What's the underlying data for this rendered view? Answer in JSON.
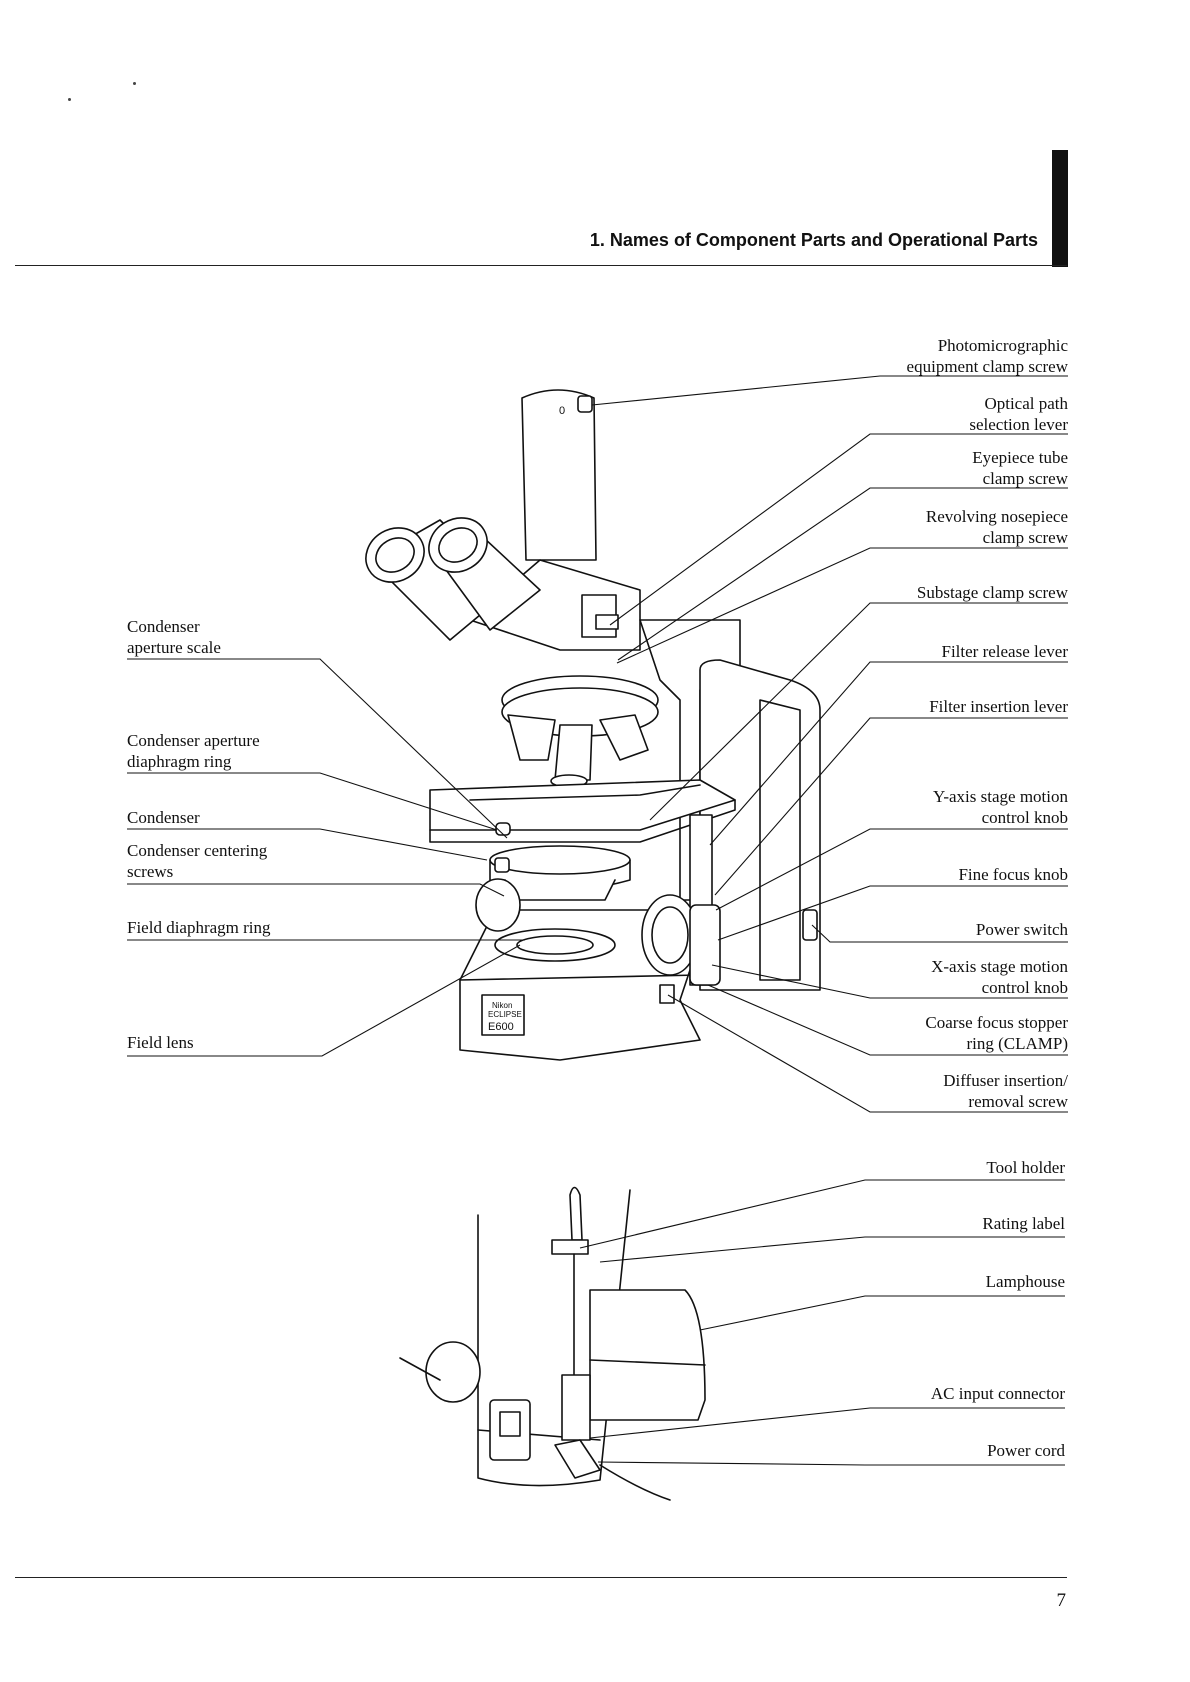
{
  "header": {
    "title": "1. Names of Component Parts and Operational Parts"
  },
  "figure_main": {
    "brand_plate": [
      "Nikon",
      "ECLIPSE",
      "E600"
    ],
    "dial_mark": "0",
    "left_labels": [
      "Condenser\naperture scale",
      "Condenser aperture\ndiaphragm ring",
      "Condenser",
      "Condenser centering\nscrews",
      "Field diaphragm ring",
      "Field lens"
    ],
    "right_labels": [
      "Photomicrographic\nequipment clamp screw",
      "Optical path\nselection lever",
      "Eyepiece tube\nclamp screw",
      "Revolving nosepiece\nclamp screw",
      "Substage clamp screw",
      "Filter release lever",
      "Filter insertion lever",
      "Y-axis stage motion\ncontrol knob",
      "Fine focus knob",
      "Power switch",
      "X-axis stage motion\ncontrol knob",
      "Coarse focus stopper\nring (CLAMP)",
      "Diffuser insertion/\nremoval screw"
    ]
  },
  "figure_rear": {
    "right_labels": [
      "Tool holder",
      "Rating label",
      "Lamphouse",
      "AC input connector",
      "Power cord"
    ]
  },
  "footer": {
    "page_number": "7"
  }
}
